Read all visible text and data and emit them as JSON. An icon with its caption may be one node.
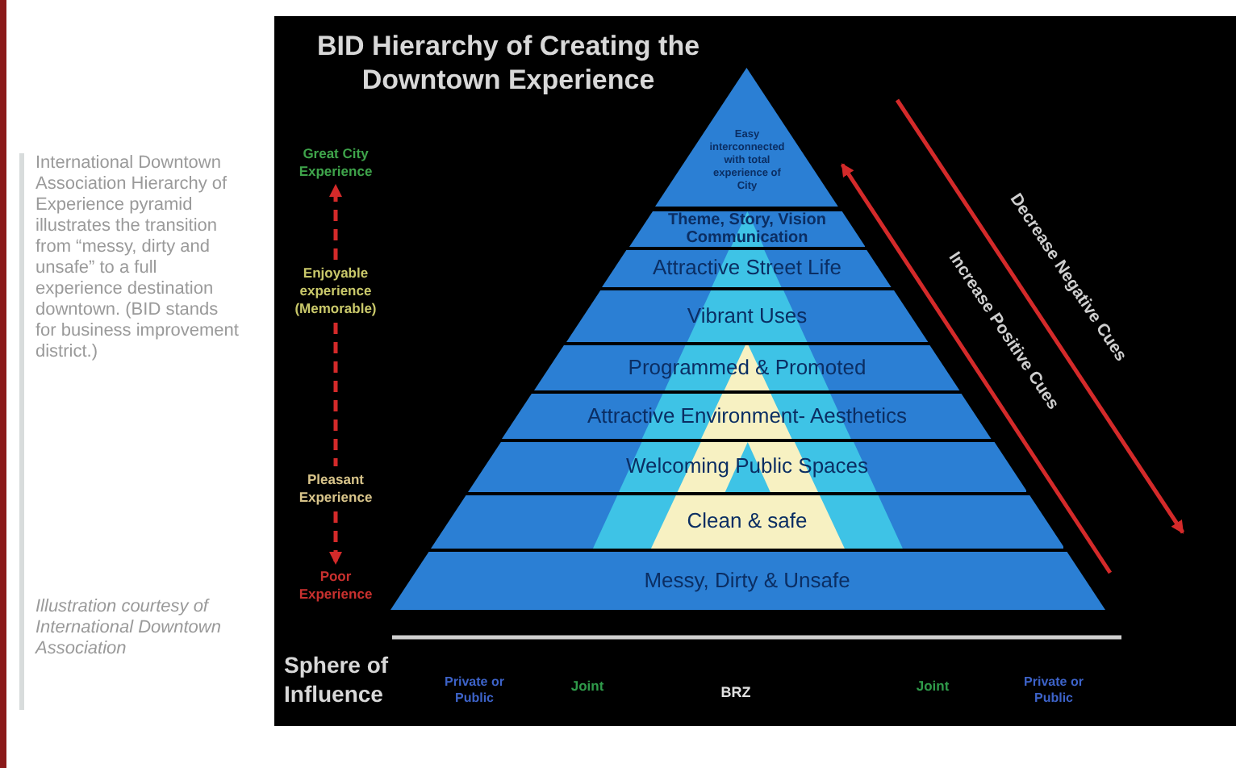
{
  "diagram": {
    "title": "BID Hierarchy of Creating the Downtown Experience",
    "caption": "International Downtown Association Hierarchy of Experience pyramid illustrates the transition from “messy, dirty and unsafe” to a full experience destination downtown. (BID stands for business improvement district.)",
    "nodes": [
      {
        "text": [
          "Easy interconnected with total experience of City"
        ]
      },
      {
        "text": [
          "Theme, Story, Vision Communication"
        ]
      },
      {
        "text": [
          "Attractive Street Life"
        ]
      },
      {
        "text": [
          "Vibrant Uses"
        ]
      },
      {
        "text": [
          "Programmed & Promoted"
        ]
      },
      {
        "text": [
          "Attractive Environment- Aesthetics"
        ]
      },
      {
        "text": [
          "Welcoming Public Spaces"
        ]
      },
      {
        "text": [
          "Clean & safe"
        ]
      },
      {
        "text": [
          "Messy, Dirty & Unsafe"
        ]
      },
      {
        "text": [
          "Great City Experience"
        ]
      },
      {
        "text": [
          "Enjoyable experience (Memorable)"
        ]
      },
      {
        "text": [
          "Pleasant Experience"
        ]
      },
      {
        "text": [
          "Poor Experience"
        ]
      }
    ],
    "edges": [
      {
        "from": 10,
        "to": 9,
        "arrow": "to",
        "style": "dashed"
      },
      {
        "from": 10,
        "to": 11,
        "arrow": "none",
        "style": "dashed"
      },
      {
        "from": 11,
        "to": 12,
        "arrow": "to",
        "style": "dashed"
      }
    ],
    "labels": [
      "Illustration courtesy of International Downtown Association",
      "Decrease Negative Cues",
      "Increase Positive Cues",
      "Sphere of Influence",
      "Private or Public",
      "Joint",
      "BRZ",
      "Joint",
      "Private or Public"
    ]
  }
}
